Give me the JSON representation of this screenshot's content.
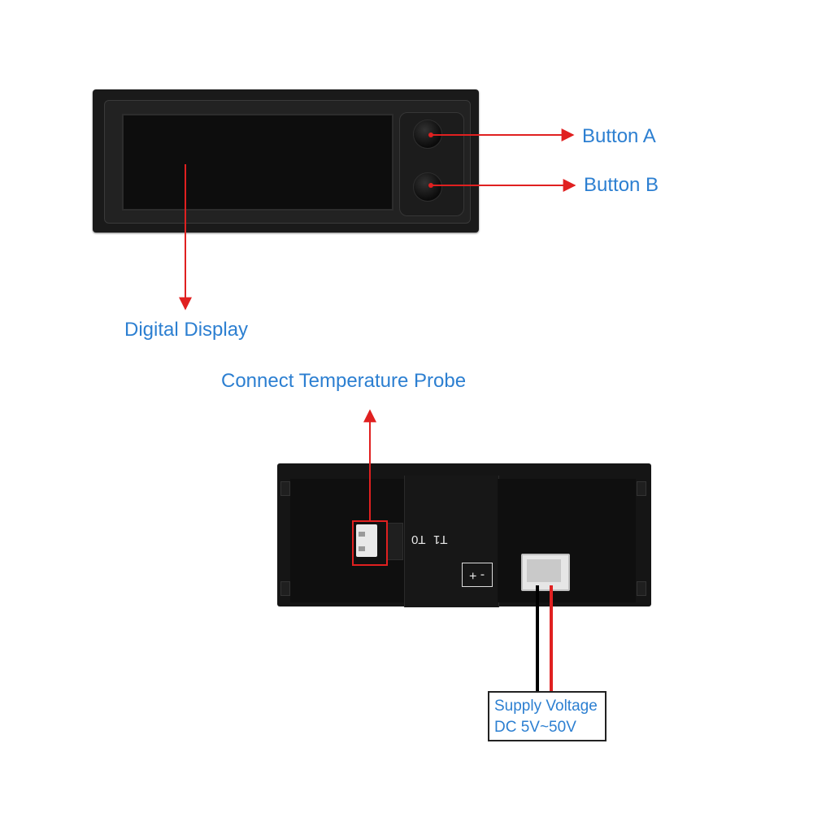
{
  "labels": {
    "button_a": "Button A",
    "button_b": "Button B",
    "digital_display": "Digital Display",
    "connect_probe": "Connect Temperature Probe",
    "supply_voltage": "Supply Voltage",
    "supply_range": "DC 5V~50V"
  },
  "rear_markings": {
    "t1": "T1",
    "t0": "T0",
    "polarity": "- +"
  },
  "colors": {
    "label_text": "#2c7fd1",
    "arrow": "#e02020",
    "device_body": "#1a1a1a"
  }
}
